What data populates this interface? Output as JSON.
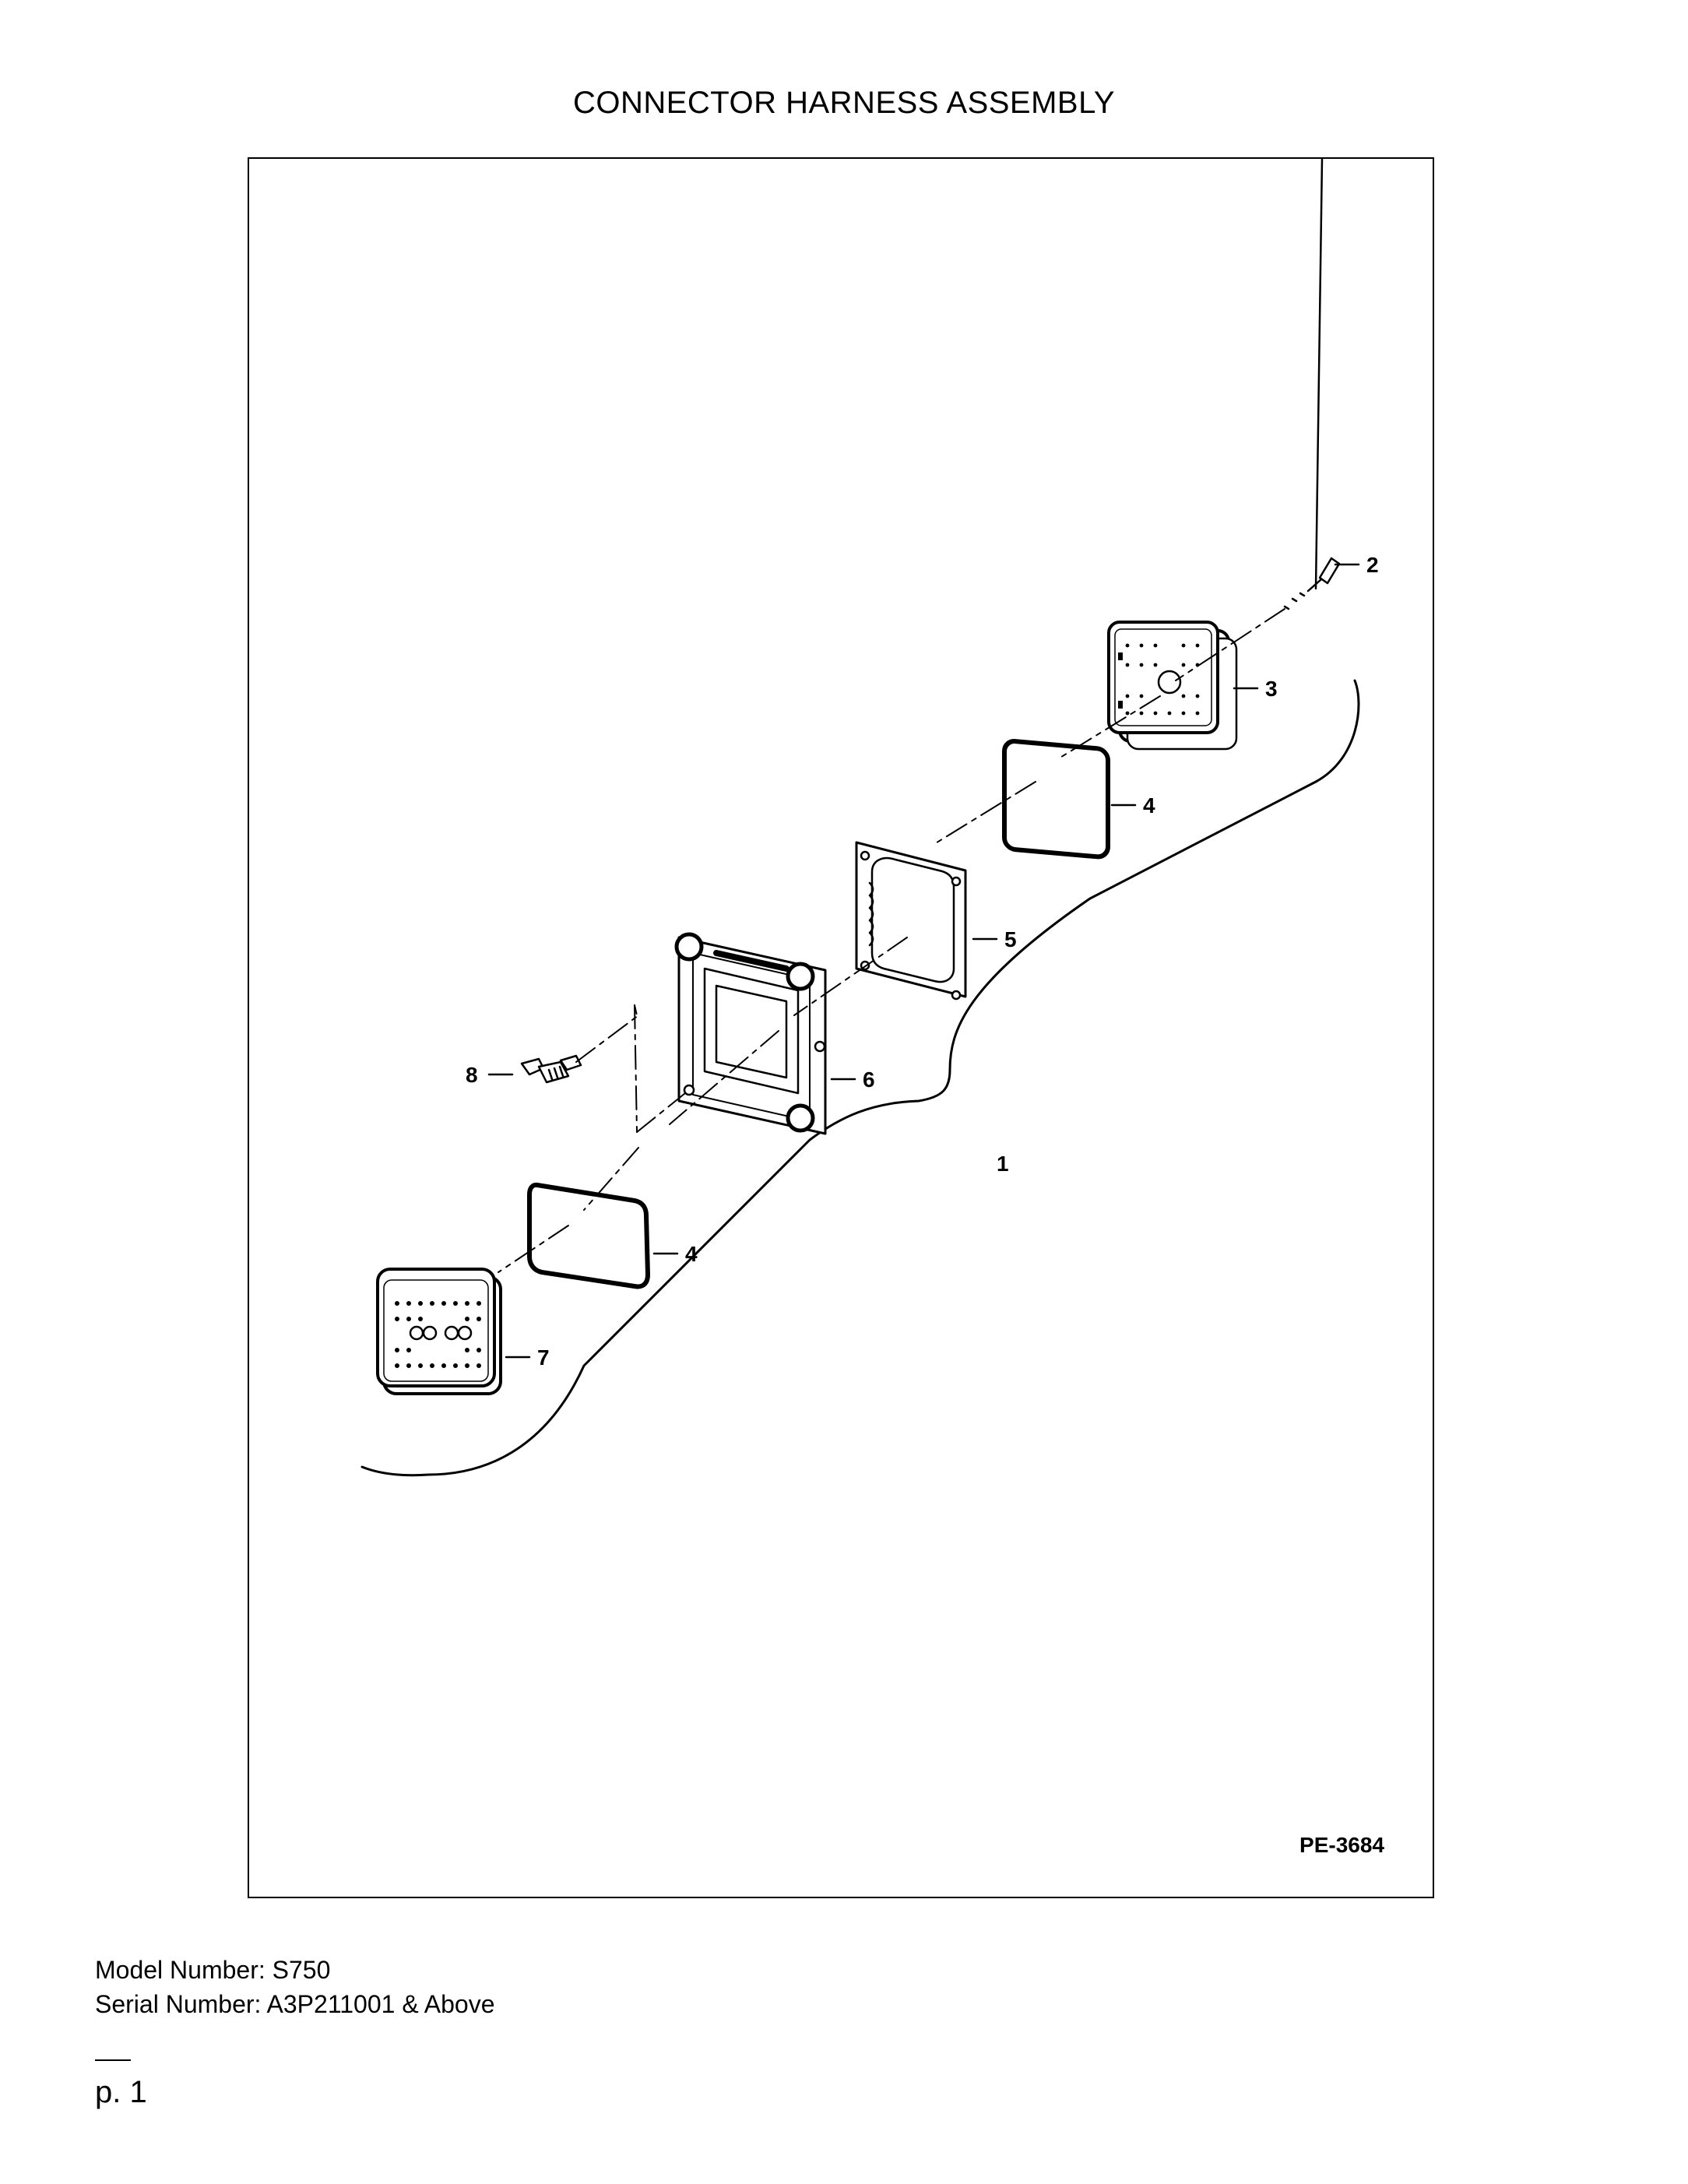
{
  "title": "CONNECTOR HARNESS ASSEMBLY",
  "figure": {
    "reference": "PE-3684",
    "callouts": {
      "c1": "1",
      "c2": "2",
      "c3": "3",
      "c4a": "4",
      "c4b": "4",
      "c5": "5",
      "c6": "6",
      "c7": "7",
      "c8": "8"
    }
  },
  "model": "Model Number: S750",
  "serial": "Serial Number: A3P211001 & Above",
  "page": "p. 1"
}
